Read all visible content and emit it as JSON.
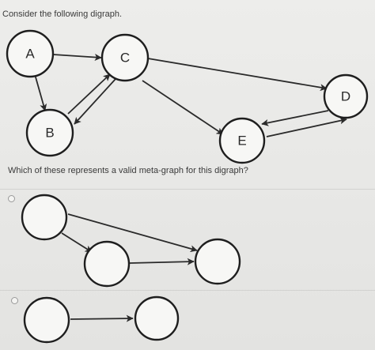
{
  "question": {
    "prompt": "Consider the following digraph.",
    "text": "Which of these represents a valid meta-graph for this digraph?"
  },
  "digraph": {
    "nodes": [
      {
        "id": "A",
        "label": "A"
      },
      {
        "id": "B",
        "label": "B"
      },
      {
        "id": "C",
        "label": "C"
      },
      {
        "id": "D",
        "label": "D"
      },
      {
        "id": "E",
        "label": "E"
      }
    ],
    "edges": [
      {
        "from": "A",
        "to": "C"
      },
      {
        "from": "A",
        "to": "B"
      },
      {
        "from": "B",
        "to": "C"
      },
      {
        "from": "C",
        "to": "B"
      },
      {
        "from": "C",
        "to": "D"
      },
      {
        "from": "C",
        "to": "E"
      },
      {
        "from": "D",
        "to": "E"
      },
      {
        "from": "E",
        "to": "D"
      }
    ]
  },
  "options": [
    {
      "id": "option-a",
      "selected": false
    },
    {
      "id": "option-b",
      "selected": false
    }
  ]
}
